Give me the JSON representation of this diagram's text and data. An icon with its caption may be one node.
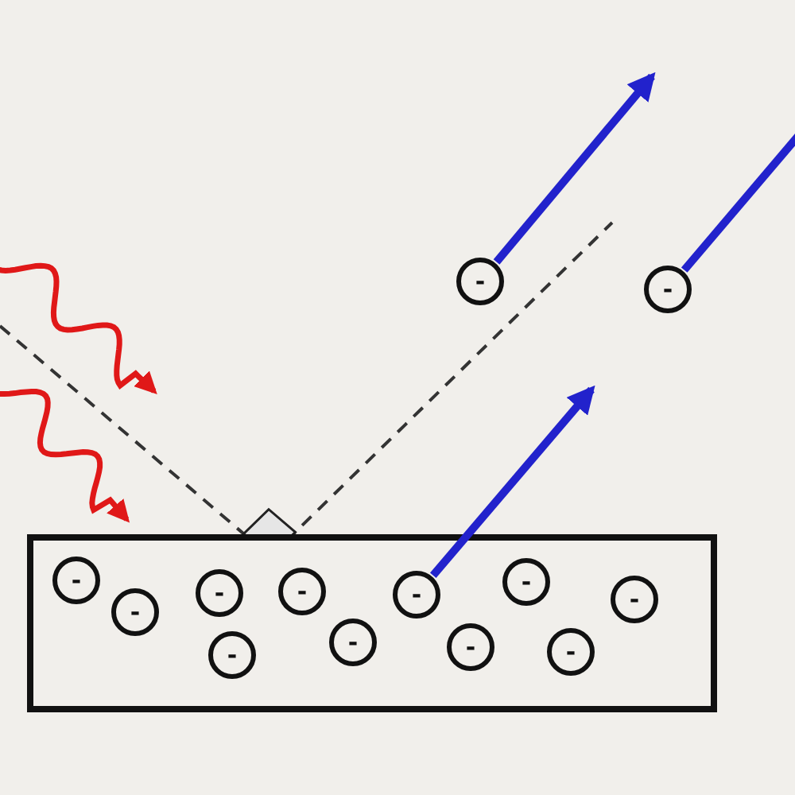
{
  "diagram": {
    "nodes": [
      {
        "text": [],
        "shape": "box"
      },
      {
        "text": [
          "-"
        ]
      },
      {
        "text": [
          "-"
        ]
      },
      {
        "text": [
          "-"
        ],
        "in": 0
      },
      {
        "text": [
          "-"
        ],
        "in": 0
      },
      {
        "text": [
          "-"
        ],
        "in": 0
      },
      {
        "text": [
          "-"
        ],
        "in": 0
      },
      {
        "text": [
          "-"
        ],
        "in": 0
      },
      {
        "text": [
          "-"
        ],
        "in": 0
      },
      {
        "text": [
          "-"
        ],
        "in": 0
      },
      {
        "text": [
          "-"
        ],
        "in": 0
      },
      {
        "text": [
          "-"
        ],
        "in": 0
      },
      {
        "text": [
          "-"
        ],
        "in": 0
      },
      {
        "text": [
          "-"
        ],
        "in": 0
      }
    ],
    "edges": [
      {
        "from": 1,
        "to": null,
        "arrow": "to"
      },
      {
        "from": 2,
        "to": null,
        "arrow": "none"
      },
      {
        "from": 9,
        "to": null,
        "arrow": "to"
      }
    ]
  }
}
